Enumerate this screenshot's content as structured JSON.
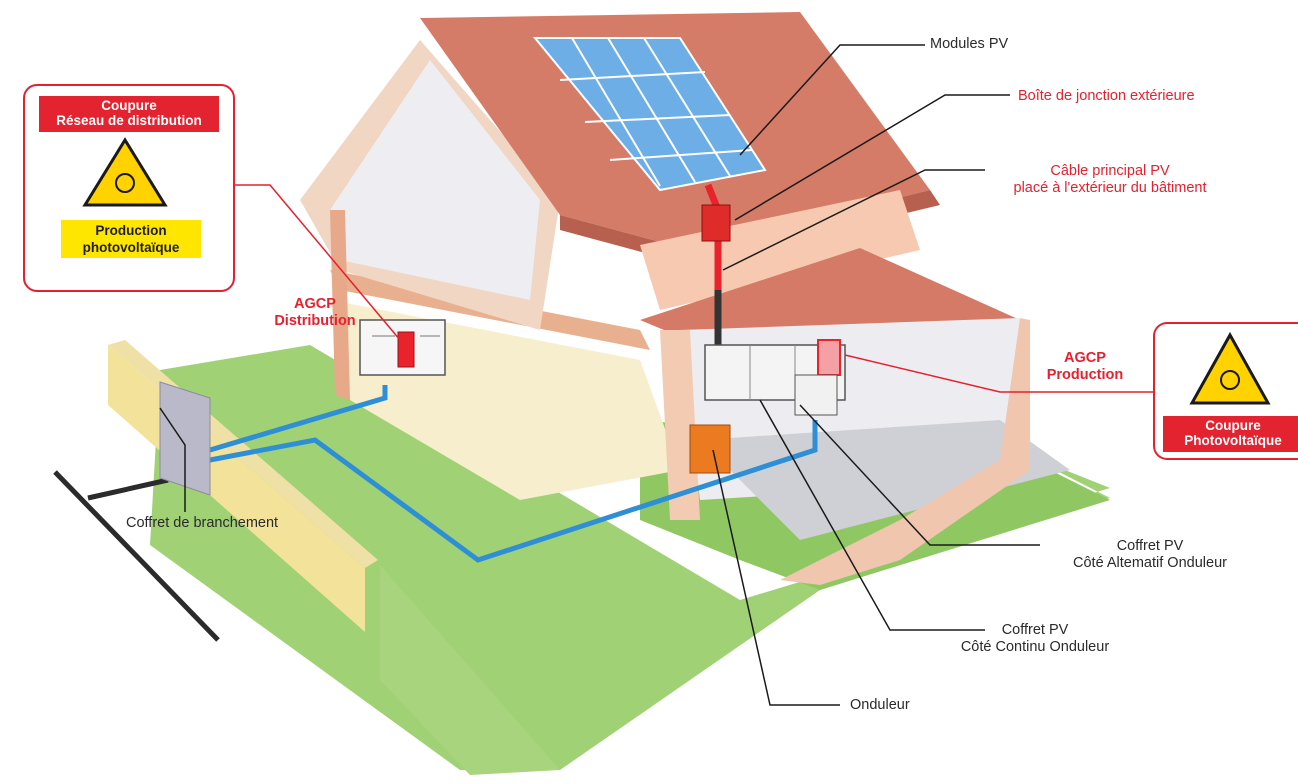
{
  "labels": {
    "modules_pv": "Modules PV",
    "boite_jonction": "Boîte de jonction extérieure",
    "cable_line1": "Câble principal PV",
    "cable_line2": "placé à l'extérieur du bâtiment",
    "agcp_dist_line1": "AGCP",
    "agcp_dist_line2": "Distribution",
    "agcp_prod_line1": "AGCP",
    "agcp_prod_line2": "Production",
    "coffret_branchement": "Coffret de branchement",
    "coffret_alt_line1": "Coffret PV",
    "coffret_alt_line2": "Côté Altematif Onduleur",
    "coffret_cont_line1": "Coffret PV",
    "coffret_cont_line2": "Côté Continu Onduleur",
    "onduleur": "Onduleur"
  },
  "callout_left": {
    "head_line1": "Coupure",
    "head_line2": "Réseau de distribution",
    "prod_line1": "Production",
    "prod_line2": "photovoltaïque"
  },
  "callout_right": {
    "head_line1": "Coupure",
    "head_line2": "Photovoltaïque"
  },
  "icons": {
    "warning": "warning-triangle-icon"
  },
  "colors": {
    "label_red": "#e5212f",
    "roof": "#d9826f",
    "wall": "#f4cdb6",
    "grass": "#8cc75f",
    "cable_blue": "#2e8fd6",
    "cable_red": "#e8232b",
    "panel": "#5ea3de",
    "inverter": "#ec7a21",
    "warning_yellow": "#ffd200"
  }
}
